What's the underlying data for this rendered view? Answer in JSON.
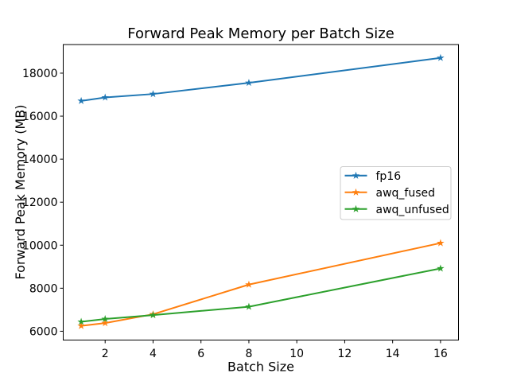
{
  "figure": {
    "background": "#ffffff"
  },
  "chart_data": {
    "type": "line",
    "title": "Forward Peak Memory per Batch Size",
    "xlabel": "Batch Size",
    "ylabel": "Forward Peak Memory (MB)",
    "x": [
      1,
      2,
      4,
      8,
      16
    ],
    "series": [
      {
        "name": "fp16",
        "color": "#1f77b4",
        "marker": "star",
        "values": [
          16710,
          16870,
          17030,
          17550,
          18710
        ]
      },
      {
        "name": "awq_fused",
        "color": "#ff7f0e",
        "marker": "star",
        "values": [
          6250,
          6380,
          6790,
          8170,
          10100
        ]
      },
      {
        "name": "awq_unfused",
        "color": "#2ca02c",
        "marker": "star",
        "values": [
          6440,
          6570,
          6750,
          7140,
          8920
        ]
      }
    ],
    "xlim": [
      0.25,
      16.75
    ],
    "ylim": [
      5590,
      19330
    ],
    "x_ticks": [
      2,
      4,
      6,
      8,
      10,
      12,
      14,
      16
    ],
    "y_ticks": [
      6000,
      8000,
      10000,
      12000,
      14000,
      16000,
      18000
    ],
    "grid": false,
    "legend_position": "center-right",
    "axis_color": "#000000",
    "legend_border_color": "#cccccc",
    "text_color": "#000000"
  }
}
